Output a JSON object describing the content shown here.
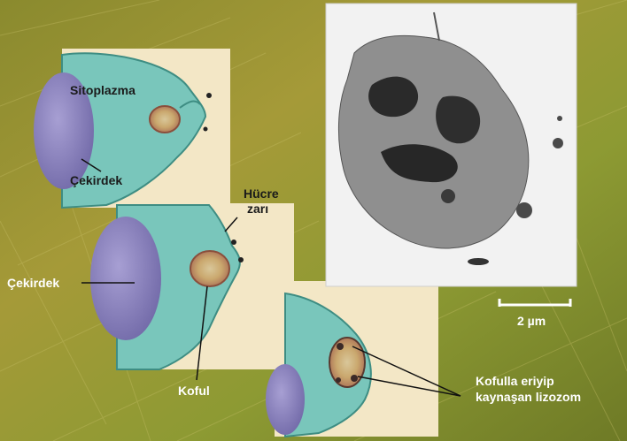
{
  "labels": {
    "sitoplazma": "Sitoplazma",
    "cekirdek_top": "Çekirdek",
    "hucre_zari_line1": "Hücre",
    "hucre_zari_line2": "zarı",
    "cekirdek_left": "Çekirdek",
    "koful": "Koful",
    "kofulla_line1": "Kofulla eriyip",
    "kofulla_line2": "kaynaşan lizozom",
    "scale_bar": "2 µm"
  },
  "colors": {
    "background": "#a99a35",
    "panel": "#f3e7c6",
    "cytoplasm": "#79c6bb",
    "nucleus": "#8e86c0",
    "vacuole_ring": "#c97f6e",
    "micrograph_bg": "#f2f2f2"
  }
}
